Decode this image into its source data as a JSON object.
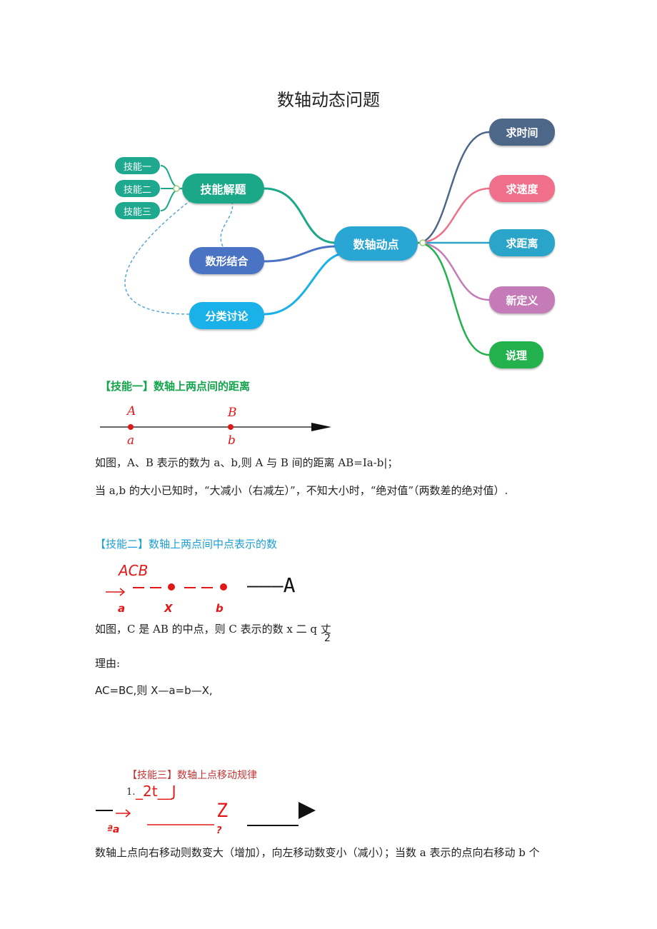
{
  "title": "数轴动态问题",
  "mindmap": {
    "center": "数轴动点",
    "skill_node": "技能解题",
    "skill_subs": [
      "技能一",
      "技能二",
      "技能三"
    ],
    "left_nodes": [
      "数形结合",
      "分类讨论"
    ],
    "right_nodes": [
      "求时间",
      "求速度",
      "求距离",
      "新定义",
      "说理"
    ],
    "colors": {
      "skill": "#1aa889",
      "shape": "#4a73c4",
      "discuss": "#1ab0e8",
      "center": "#29a6d4",
      "time": "#4d6788",
      "speed": "#f0708c",
      "distance": "#2aa4c8",
      "newdef": "#c57bb8",
      "reason": "#22b14c"
    }
  },
  "skill1": {
    "heading": "【技能一】数轴上两点间的距离",
    "labels": {
      "A": "A",
      "B": "B",
      "a": "a",
      "b": "b"
    },
    "line1": "如图，A、B 表示的数为 a、b,则 A 与 B 间的距离 AB=Ia-b|；",
    "line2": "当 a,b 的大小已知时，“大减小（右减左）”，不知大小时，“绝对值”（两数差的绝对值）."
  },
  "skill2": {
    "heading": "【技能二】数轴上两点间中点表示的数",
    "top_label": "ACB",
    "right_text": "———A",
    "bottom_labels": [
      "a",
      "X",
      "b"
    ],
    "line1": "如图，C 是 AB 的中点，则 C 表示的数 x 二 q 丈",
    "sub2": "2",
    "reason_label": "理由:",
    "reason_text": "AC=BC,则 X—a=b—X,"
  },
  "skill3": {
    "heading": "【技能三】数轴上点移动规律",
    "item_num": "1.",
    "formula": "_2t__J",
    "letter_z": "Z",
    "under_label": "ªa",
    "question": "?",
    "line1": "数轴上点向右移动则数变大（增加），向左移动数变小（减小）；当数 a 表示的点向右移动 b 个"
  }
}
